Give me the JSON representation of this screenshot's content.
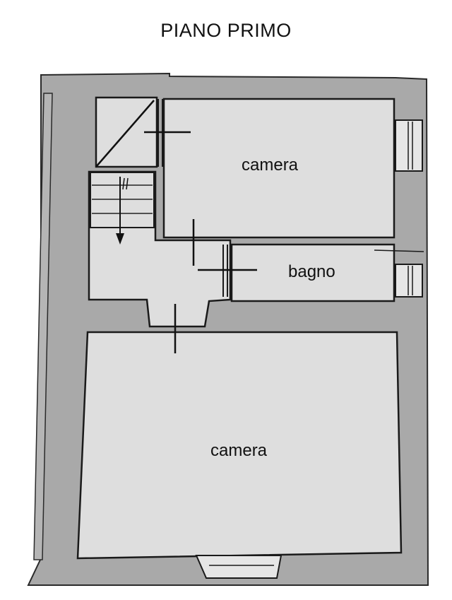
{
  "title": "PIANO PRIMO",
  "rooms": [
    {
      "label": "camera"
    },
    {
      "label": "bagno"
    },
    {
      "label": "camera"
    }
  ],
  "colors": {
    "wall": "#a9a9a9",
    "floor": "#dedede",
    "line": "#1a1a1a",
    "background": "#ffffff"
  }
}
